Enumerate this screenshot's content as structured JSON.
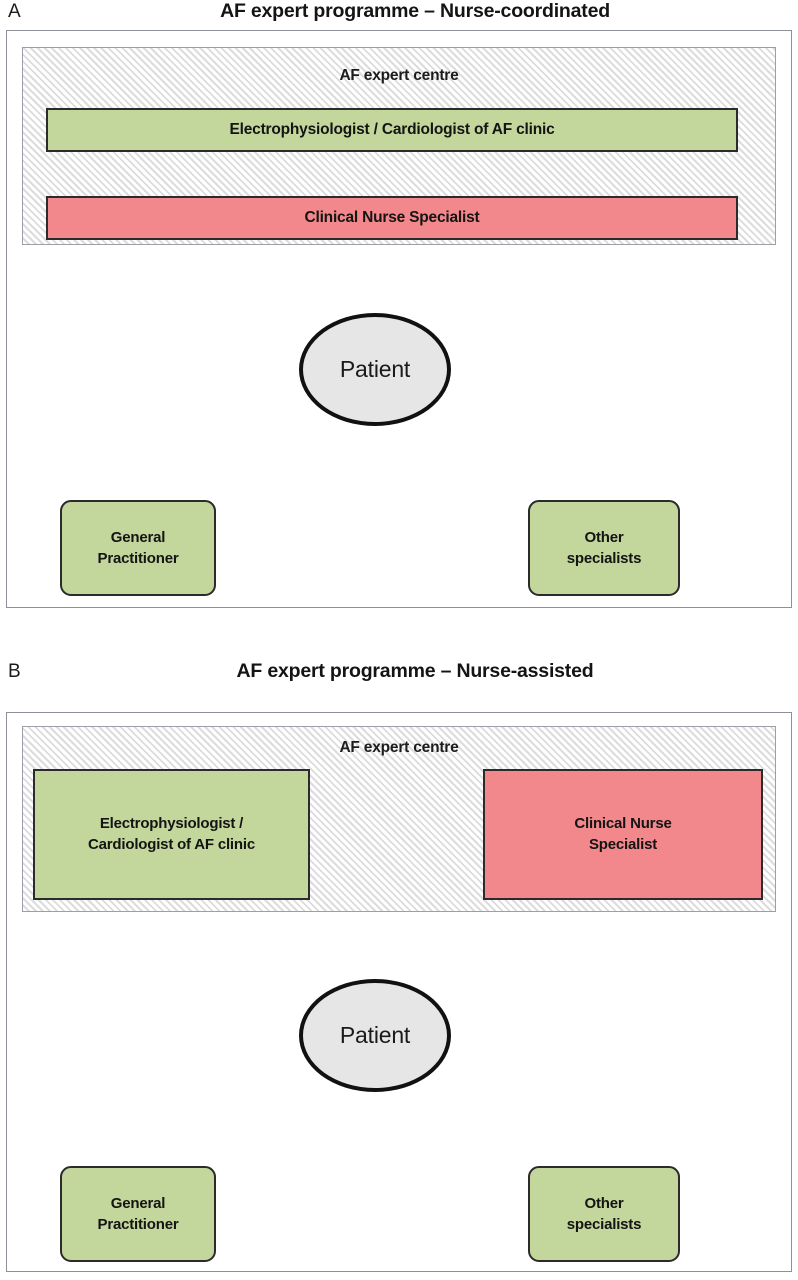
{
  "figure": {
    "type": "diagram",
    "description": "Two-panel organisational diagram of AF expert programme care models"
  },
  "panels": [
    {
      "letter": "A",
      "title": "AF expert programme – Nurse-coordinated",
      "centre": {
        "label": "AF expert centre",
        "boxes": [
          {
            "name": "physician-box",
            "text": "Electrophysiologist / Cardiologist of AF clinic",
            "color": "#c3d69b"
          },
          {
            "name": "nurse-box",
            "text": "Clinical Nurse Specialist",
            "color": "#f2888c"
          }
        ],
        "internal_links": 4,
        "internal_link_orientation": "vertical"
      },
      "patient": {
        "label": "Patient",
        "fill": "#e6e6e6"
      },
      "outer_nodes": [
        {
          "name": "general-practitioner",
          "text": "General\nPractitioner",
          "color": "#c3d69b"
        },
        {
          "name": "other-specialists",
          "text": "Other\nspecialists",
          "color": "#c3d69b"
        }
      ],
      "connections": [
        {
          "from": "AF expert centre",
          "to": "General Practitioner",
          "style": "solid-double-arrow"
        },
        {
          "from": "AF expert centre",
          "to": "Patient",
          "style": "solid-double-arrow"
        },
        {
          "from": "AF expert centre",
          "to": "Other specialists",
          "style": "solid-double-arrow"
        },
        {
          "from": "Patient",
          "to": "General Practitioner",
          "style": "plain-line"
        },
        {
          "from": "Patient",
          "to": "Other specialists",
          "style": "plain-line"
        },
        {
          "from": "General Practitioner",
          "to": "Other specialists",
          "style": "dashed-double-arrow"
        }
      ]
    },
    {
      "letter": "B",
      "title": "AF expert programme – Nurse-assisted",
      "centre": {
        "label": "AF expert centre",
        "boxes": [
          {
            "name": "physician-box",
            "text": "Electrophysiologist /\nCardiologist of AF clinic",
            "color": "#c3d69b"
          },
          {
            "name": "nurse-box",
            "text": "Clinical Nurse\nSpecialist",
            "color": "#f2888c"
          }
        ],
        "internal_links": 4,
        "internal_link_orientation": "horizontal"
      },
      "patient": {
        "label": "Patient",
        "fill": "#e6e6e6"
      },
      "outer_nodes": [
        {
          "name": "general-practitioner",
          "text": "General\nPractitioner",
          "color": "#c3d69b"
        },
        {
          "name": "other-specialists",
          "text": "Other\nspecialists",
          "color": "#c3d69b"
        }
      ],
      "connections": [
        {
          "from": "AF expert centre",
          "to": "General Practitioner",
          "style": "solid-double-arrow"
        },
        {
          "from": "AF expert centre",
          "to": "Patient",
          "style": "solid-double-arrow"
        },
        {
          "from": "AF expert centre",
          "to": "Other specialists",
          "style": "solid-double-arrow"
        },
        {
          "from": "Patient",
          "to": "General Practitioner",
          "style": "plain-line"
        },
        {
          "from": "Patient",
          "to": "Other specialists",
          "style": "plain-line"
        },
        {
          "from": "General Practitioner",
          "to": "Other specialists",
          "style": "dashed-double-arrow"
        }
      ]
    }
  ],
  "colors": {
    "green": "#c3d69b",
    "pink": "#f2888c",
    "patient_fill": "#e6e6e6",
    "hatch_bg": "#ebebeb",
    "frame": "#8d9298",
    "arrow": "#3d4248"
  }
}
